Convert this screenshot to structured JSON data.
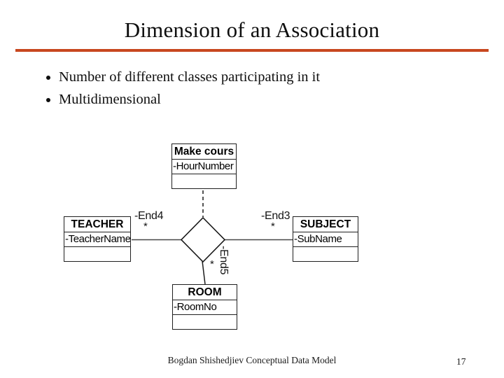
{
  "slide": {
    "title": "Dimension of an Association",
    "bullets": [
      "Number of different classes participating in it",
      "Multidimensional"
    ]
  },
  "diagram": {
    "classes": [
      {
        "name": "Make cours",
        "attribute": "-HourNumber"
      },
      {
        "name": "TEACHER",
        "attribute": "-TeacherName"
      },
      {
        "name": "SUBJECT",
        "attribute": "-SubName"
      },
      {
        "name": "ROOM",
        "attribute": "-RoomNo"
      }
    ],
    "association_ends": [
      {
        "label": "-End4",
        "multiplicity": "*"
      },
      {
        "label": "-End3",
        "multiplicity": "*"
      },
      {
        "label": "-End5",
        "multiplicity": "*"
      }
    ]
  },
  "footer": {
    "text": "Bogdan Shishedjiev Conceptual Data Model",
    "page_number": "17"
  },
  "colors": {
    "accent_rule": "#C8471F",
    "diagram_line": "#1c1c1c",
    "connector_gray": "#474747"
  }
}
